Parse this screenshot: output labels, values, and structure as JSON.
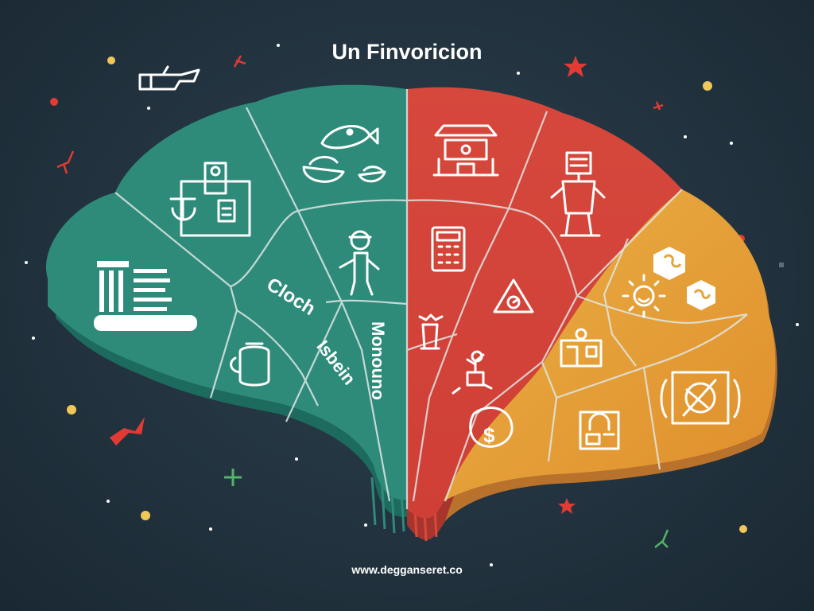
{
  "title": "Un Finvoricion",
  "footer_url": "www.degganseret.co",
  "regions": {
    "left": {
      "label_1": "Cloch",
      "label_2": "Isbein",
      "label_3": "Monouno"
    }
  },
  "colors": {
    "background": "#22333f",
    "left_hemisphere": "#2e8b7a",
    "right_hemisphere_red": "#d9483b",
    "right_hemisphere_orange": "#e8a33a",
    "seams": "#dfe7e4",
    "stars_red": "#e23b33",
    "dots_yellow": "#f0c85a"
  },
  "icons": [
    "office-building-icon",
    "fish-dishes-icon",
    "library-columns-icon",
    "worker-icon",
    "bottle-icon",
    "temple-icon",
    "robot-icon",
    "calculator-icon",
    "warning-triangle-icon",
    "trophy-icon",
    "plant-icon",
    "puzzle-icon",
    "sun-face-icon",
    "dollar-bag-icon",
    "storefront-icon",
    "vault-icon",
    "emblem-icon",
    "spaceship-icon"
  ]
}
